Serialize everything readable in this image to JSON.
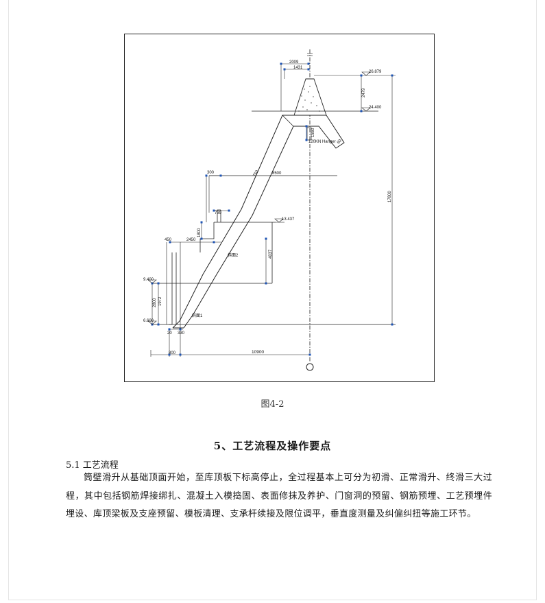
{
  "figure": {
    "dimensions": {
      "d2009": "2009",
      "d1431": "1431",
      "d2479": "2479",
      "d1550": "1550",
      "d750": "750",
      "d8500": "8500",
      "d300": "300",
      "d17800": "17800",
      "d739": "739",
      "d1800": "1800",
      "d2450": "2450",
      "d450": "450",
      "d4037": "4037",
      "d2800": "2800",
      "d1972": "1972",
      "d20": "20",
      "d330": "330",
      "d800": "800",
      "d10900": "10900"
    },
    "elevations": {
      "e26879": "26.879",
      "e24400": "24.400",
      "e13437": "13.437",
      "e9400": "9.400",
      "e6600": "6.600"
    },
    "labels": {
      "hanger": "120KN Hanger",
      "seg2": "斜面2",
      "seg1": "斜面1",
      "d60": "60"
    }
  },
  "caption": "图4-2",
  "section_heading": "5、工艺流程及操作要点",
  "sub_heading": "5.1 工艺流程",
  "body_text": "筒壁滑升从基础顶面开始，至库顶板下标高停止，全过程基本上可分为初滑、正常滑升、终滑三大过程，其中包括钢筋焊接绑扎、混凝土入模捣固、表面修抹及养护、门窗洞的预留、钢筋预埋、工艺预埋件埋设、库顶梁板及支座预留、模板清理、支承杆续接及限位调平，垂直度测量及纠偏纠扭等施工环节。"
}
